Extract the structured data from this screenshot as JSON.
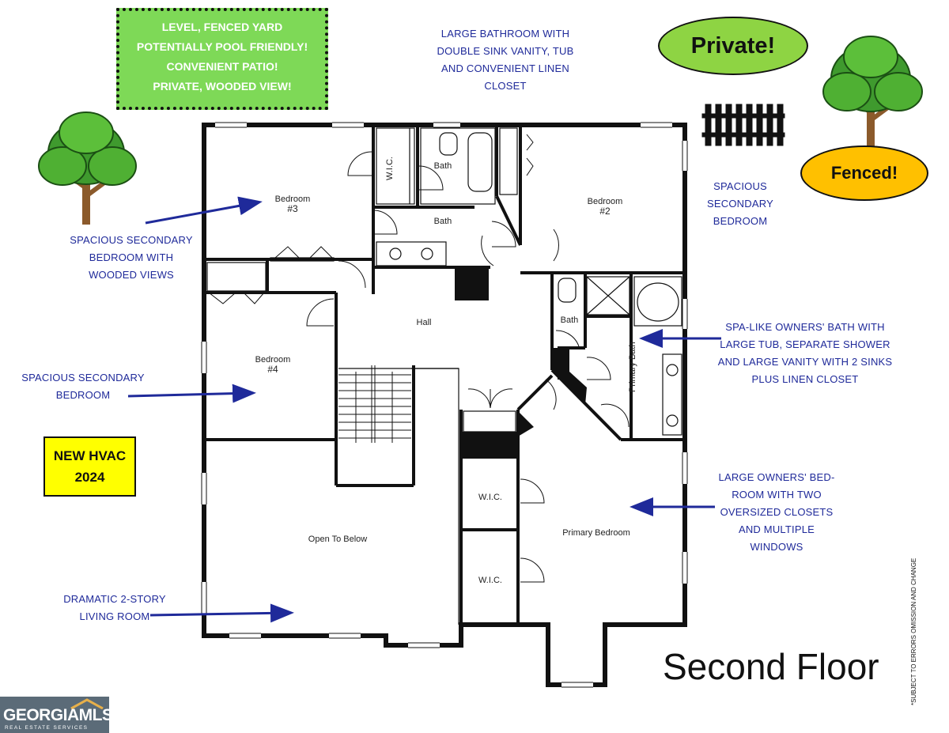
{
  "green_box": {
    "lines": [
      "LEVEL, FENCED YARD",
      "POTENTIALLY POOL FRIENDLY!",
      "CONVENIENT PATIO!",
      "PRIVATE, WOODED VIEW!"
    ]
  },
  "notes": {
    "bathroom": [
      "LARGE BATHROOM WITH",
      "DOUBLE SINK  VANITY, TUB",
      "AND CONVENIENT LINEN",
      "CLOSET"
    ],
    "secondary_bedroom_2": [
      "SPACIOUS",
      "SECONDARY",
      "BEDROOM"
    ],
    "bedroom_3": [
      "SPACIOUS SECONDARY",
      "BEDROOM WITH",
      "WOODED VIEWS"
    ],
    "bedroom_4": [
      "SPACIOUS SECONDARY",
      "BEDROOM"
    ],
    "owners_bath": [
      "SPA-LIKE OWNERS' BATH WITH",
      "LARGE TUB, SEPARATE SHOWER",
      "AND LARGE VANITY WITH 2 SINKS",
      "PLUS LINEN CLOSET"
    ],
    "owners_bedroom": [
      "LARGE OWNERS' BED-",
      "ROOM WITH TWO",
      "OVERSIZED CLOSETS",
      "AND MULTIPLE",
      "WINDOWS"
    ],
    "living_room": [
      "DRAMATIC  2-STORY",
      "LIVING ROOM"
    ]
  },
  "badges": {
    "private": "Private!",
    "fenced": "Fenced!",
    "hvac": [
      "NEW HVAC",
      "2024"
    ]
  },
  "rooms": {
    "bedroom3": [
      "Bedroom",
      "#3"
    ],
    "bedroom2": [
      "Bedroom",
      "#2"
    ],
    "bedroom4": [
      "Bedroom",
      "#4"
    ],
    "wic_top": "W.I.C.",
    "bath_top": "Bath",
    "bath_mid": "Bath",
    "bath_small": "Bath",
    "hall": "Hall",
    "primary_bath": "Primary Bath",
    "wic1": "W.I.C.",
    "wic2": "W.I.C.",
    "primary_bedroom": "Primary Bedroom",
    "open_to_below": "Open To Below"
  },
  "title": "Second Floor",
  "disclaimer": "*SUBJECT TO ERRORS OMISSION AND CHANGE",
  "logo": {
    "main": "GEORGIAMLS",
    "sub": "REAL ESTATE SERVICES"
  },
  "colors": {
    "green_box": "#7ed957",
    "private": "#8ed443",
    "fenced": "#ffc000",
    "hvac": "#ffff00",
    "note_text": "#1f2a9a",
    "arrow": "#1f2a9a"
  }
}
